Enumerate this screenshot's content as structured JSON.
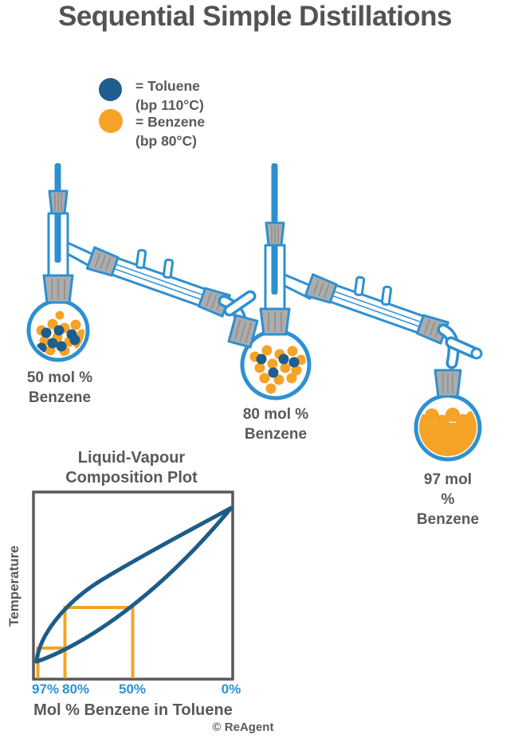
{
  "title": "Sequential Simple Distillations",
  "legend": {
    "toluene": {
      "name_label": "= Toluene",
      "bp_label": "(bp 110°C)",
      "color": "#1E5E8C"
    },
    "benzene": {
      "name_label": "= Benzene",
      "bp_label": "(bp 80°C)",
      "color": "#F5A327"
    }
  },
  "flasks": [
    {
      "line1": "50 mol %",
      "line2": "Benzene",
      "contents": "mixed orange (benzene) and blue (toluene) molecules, one benzene molecule evaporating"
    },
    {
      "line1": "80 mol %",
      "line2": "Benzene",
      "contents": "mostly orange benzene molecules with a few blue toluene molecules"
    },
    {
      "line1": "97 mol %",
      "line2": "Benzene",
      "contents": "nearly pure orange benzene liquid"
    }
  ],
  "chart": {
    "title_line1": "Liquid-Vapour",
    "title_line2": "Composition Plot",
    "ylabel": "Temperature",
    "xlabel": "Mol % Benzene in Toluene",
    "ticks": [
      "97%",
      "80%",
      "50%",
      "0%"
    ]
  },
  "chart_data": {
    "type": "line",
    "title": "Liquid-Vapour Composition Plot",
    "xlabel": "Mol % Benzene in Toluene",
    "ylabel": "Temperature",
    "x_axis": {
      "unit": "mol % benzene",
      "direction": "decreases left to right",
      "tick_labels": [
        "97%",
        "80%",
        "50%",
        "0%"
      ],
      "tick_values": [
        97,
        80,
        50,
        0
      ]
    },
    "y_axis": {
      "unit": "temperature",
      "note": "axis unlabeled numerically; spans ~80°C (pure benzene) to ~110°C (pure toluene)"
    },
    "series": [
      {
        "name": "vapour curve",
        "color": "#1D5C89",
        "points_mol_pct_benzene_vs_temp_C": [
          [
            100,
            80
          ],
          [
            97,
            82.5
          ],
          [
            80,
            90.5
          ],
          [
            50,
            98.8
          ],
          [
            25,
            104.7
          ],
          [
            0,
            110
          ]
        ]
      },
      {
        "name": "liquid curve",
        "color": "#1D5C89",
        "points_mol_pct_benzene_vs_temp_C": [
          [
            100,
            80
          ],
          [
            80,
            82.3
          ],
          [
            50,
            90.6
          ],
          [
            25,
            98.4
          ],
          [
            0,
            110
          ]
        ]
      }
    ],
    "annotations": {
      "color": "#F5A327",
      "distillation_steps": [
        {
          "liquid_mol_pct_benzene": 50,
          "vapour_mol_pct_benzene": 80
        },
        {
          "liquid_mol_pct_benzene": 80,
          "vapour_mol_pct_benzene": 97
        }
      ]
    },
    "legend_position": "none",
    "grid": false
  },
  "credit": "© ReAgent",
  "colors": {
    "apparatus_blue": "#2E90D1",
    "toluene_dark_blue": "#1E5E8C",
    "benzene_orange": "#F5A327",
    "text_gray": "#58595B",
    "joint_gray": "#ACACAC",
    "curve_blue": "#1D5C89",
    "tick_blue": "#2E90D1",
    "background": "#FFFFFF"
  }
}
